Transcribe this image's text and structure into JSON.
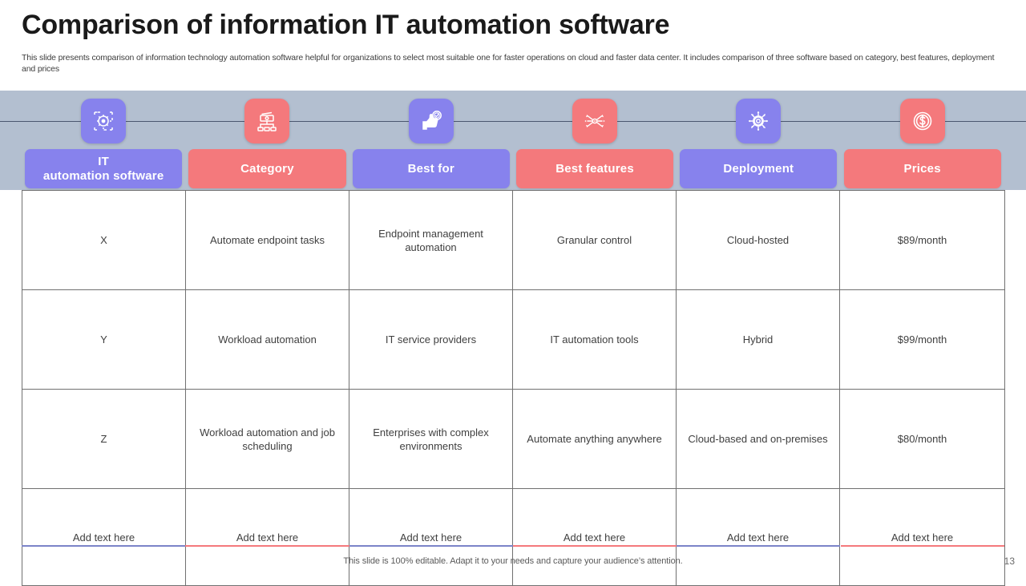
{
  "slide": {
    "title": "Comparison of information IT automation software",
    "subtitle": "This slide presents comparison of information technology automation software helpful for organizations to select most suitable one for faster operations on cloud and faster data center. It includes comparison of three software based on category, best features, deployment and prices",
    "footer_note": "This slide is 100% editable. Adapt it to your needs and capture your audience’s attention.",
    "page_number": "13"
  },
  "theme": {
    "purple": "#8782ed",
    "red": "#f4797c",
    "band_gray": "#b3bfd0",
    "border_gray": "#707070",
    "text_gray": "#3f3f3f",
    "title_black": "#1a1a1a"
  },
  "columns": [
    {
      "label": "IT\nautomation software",
      "label_line1": "IT",
      "label_line2": "automation software",
      "color": "#8782ed",
      "icon": "gear-network-icon",
      "icon_color": "#8782ed"
    },
    {
      "label": "Category",
      "color": "#f4797c",
      "icon": "org-chart-server-icon",
      "icon_color": "#f4797c"
    },
    {
      "label": "Best for",
      "color": "#8782ed",
      "icon": "thumbs-up-check-icon",
      "icon_color": "#8782ed"
    },
    {
      "label": "Best features",
      "color": "#f4797c",
      "icon": "network-nodes-icon",
      "icon_color": "#f4797c"
    },
    {
      "label": "Deployment",
      "color": "#8782ed",
      "icon": "gear-burst-icon",
      "icon_color": "#8782ed"
    },
    {
      "label": "Prices",
      "color": "#f4797c",
      "icon": "dollar-coin-icon",
      "icon_color": "#f4797c"
    }
  ],
  "rows": [
    [
      "X",
      "Automate endpoint tasks",
      "Endpoint management automation",
      "Granular control",
      "Cloud-hosted",
      "$89/month"
    ],
    [
      "Y",
      "Workload automation",
      "IT service providers",
      "IT automation tools",
      "Hybrid",
      "$99/month"
    ],
    [
      "Z",
      "Workload automation and job scheduling",
      "Enterprises with complex environments",
      "Automate anything anywhere",
      "Cloud-based and on-premises",
      "$80/month"
    ],
    [
      "Add text here",
      "Add text here",
      "Add text here",
      "Add text here",
      "Add text here",
      "Add text here"
    ]
  ],
  "accent_segments": [
    {
      "color": "#7b84c8"
    },
    {
      "color": "#f4797c"
    },
    {
      "color": "#7b84c8"
    },
    {
      "color": "#f4797c"
    },
    {
      "color": "#7b84c8"
    },
    {
      "color": "#f4797c"
    }
  ]
}
